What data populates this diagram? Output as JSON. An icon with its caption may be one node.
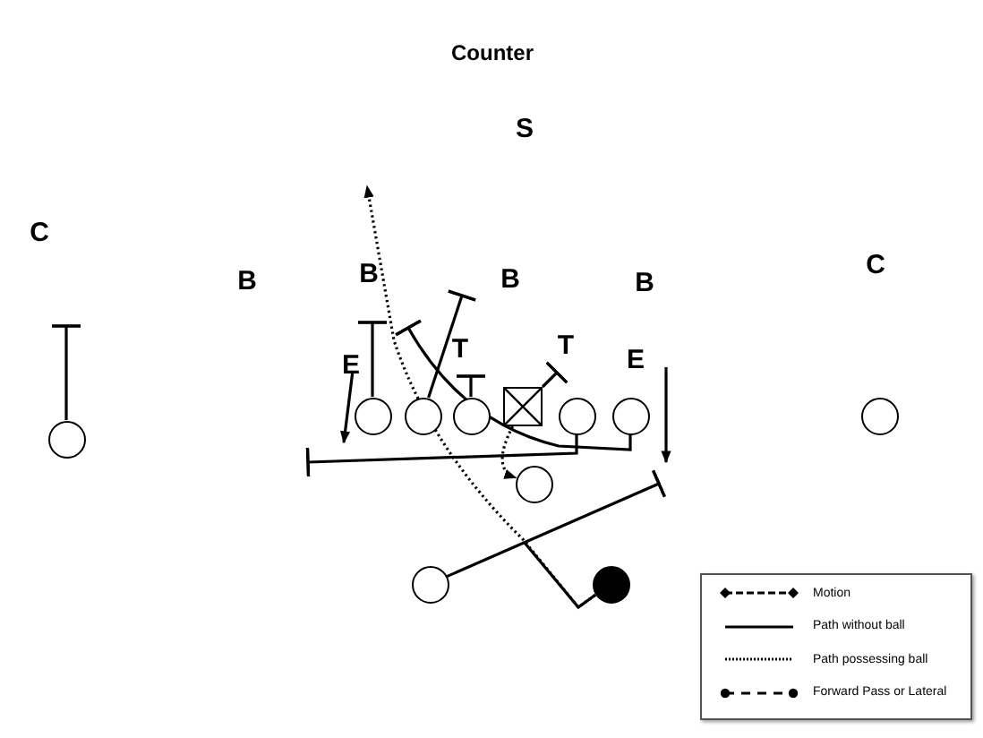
{
  "diagram": {
    "title": "Counter",
    "nodes": [
      {
        "text": [],
        "shape": "circle"
      },
      {
        "text": [],
        "shape": "circle"
      },
      {
        "text": [],
        "shape": "circle"
      },
      {
        "text": [],
        "shape": "circle"
      },
      {
        "text": [],
        "shape": "box"
      },
      {
        "text": [],
        "shape": "circle"
      },
      {
        "text": [],
        "shape": "circle"
      },
      {
        "text": [],
        "shape": "circle"
      },
      {
        "text": [],
        "shape": "circle"
      },
      {
        "text": [],
        "shape": "circle"
      },
      {
        "text": [],
        "shape": "circle"
      }
    ],
    "edges": [
      {
        "from": 0,
        "to": null,
        "arrow": "other"
      },
      {
        "from": 1,
        "to": null,
        "arrow": "other"
      },
      {
        "from": 2,
        "to": null,
        "arrow": "other"
      },
      {
        "from": 3,
        "to": null,
        "arrow": "other"
      },
      {
        "from": 4,
        "to": null,
        "arrow": "other"
      },
      {
        "from": 5,
        "to": null,
        "arrow": "other"
      },
      {
        "from": 6,
        "to": null,
        "arrow": "other"
      },
      {
        "from": 9,
        "to": null,
        "arrow": "other"
      },
      {
        "from": 10,
        "to": null,
        "arrow": "none"
      },
      {
        "from": 4,
        "to": 7,
        "arrow": "to",
        "style": "dashed"
      },
      {
        "from": 10,
        "to": null,
        "arrow": "to",
        "style": "dashed"
      }
    ],
    "labels": [
      "S",
      "C",
      "B",
      "B",
      "B",
      "B",
      "C",
      "T",
      "T",
      "E",
      "E"
    ],
    "legend": [
      {
        "text": "Motion"
      },
      {
        "text": "Path without ball"
      },
      {
        "text": "Path possessing ball"
      },
      {
        "text": "Forward Pass or Lateral"
      }
    ]
  }
}
